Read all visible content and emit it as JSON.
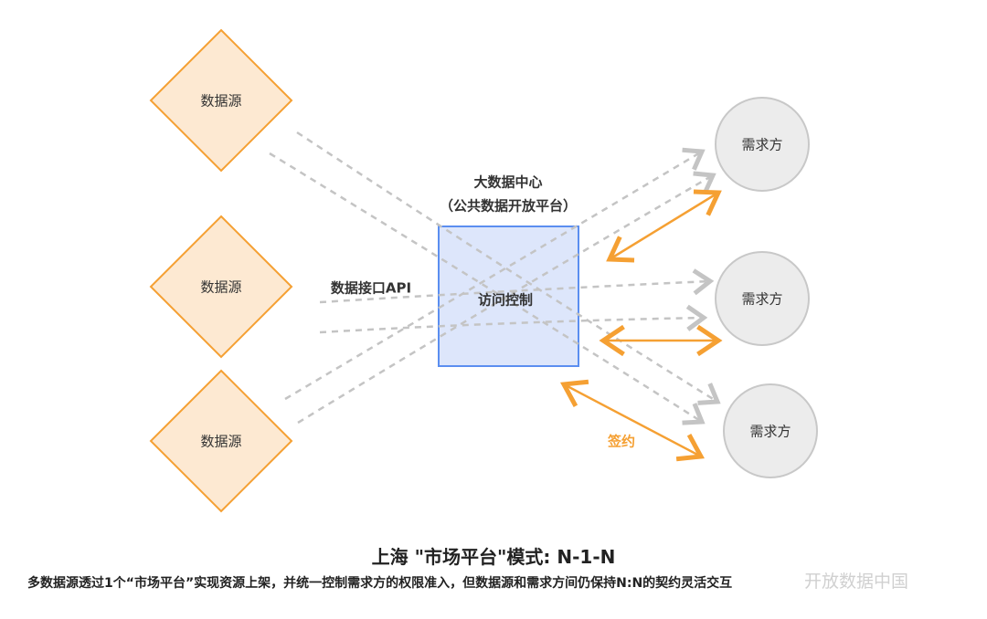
{
  "sources": [
    {
      "label": "数据源"
    },
    {
      "label": "数据源"
    },
    {
      "label": "数据源"
    }
  ],
  "consumers": [
    {
      "label": "需求方"
    },
    {
      "label": "需求方"
    },
    {
      "label": "需求方"
    }
  ],
  "center": {
    "title_line1": "大数据中心",
    "title_line2": "（公共数据开放平台）",
    "box_label": "访问控制"
  },
  "api_label": "数据接口API",
  "contract_label": "签约",
  "caption": {
    "title": "上海 \"市场平台\"模式: N-1-N",
    "subtitle": "多数据源透过1个“市场平台”实现资源上架，并统一控制需求方的权限准入，但数据源和需求方间仍保持N:N的契约灵活交互"
  },
  "watermark": "开放数据中国",
  "colors": {
    "orange": "#f5a033",
    "diamond_fill": "#fde9d2",
    "box_fill": "#dde6fb",
    "box_stroke": "#5b8ef0",
    "dash": "#c4c4c4",
    "circle_fill": "#ececec",
    "circle_stroke": "#c8c8c8"
  }
}
